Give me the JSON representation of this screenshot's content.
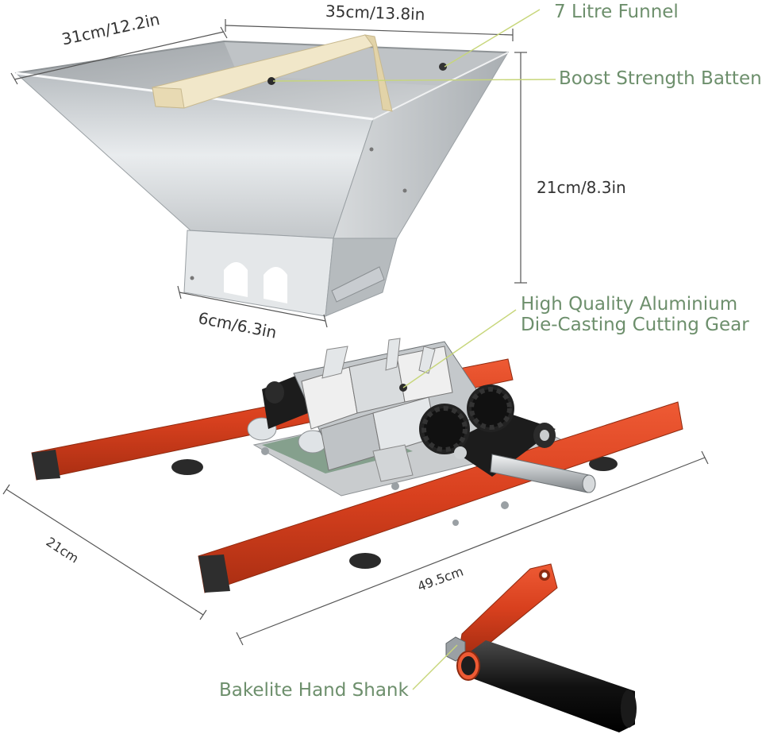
{
  "dimensions": {
    "funnel_depth": "31cm/12.2in",
    "funnel_width": "35cm/13.8in",
    "funnel_height": "21cm/8.3in",
    "funnel_outlet": "6cm/6.3in",
    "frame_depth": "21cm",
    "frame_length": "49.5cm"
  },
  "callouts": {
    "funnel": "7 Litre Funnel",
    "batten": "Boost Strength Batten",
    "gear_line1": "High Quality Aluminium",
    "gear_line2": "Die-Casting Cutting Gear",
    "handle": "Bakelite Hand Shank"
  },
  "colors": {
    "callout_text": "#6d8f6c",
    "callout_line": "#c7d67a",
    "frame_red": "#d8401e",
    "aluminium": "#d9dcde",
    "batten_wood": "#f1e7c9"
  }
}
